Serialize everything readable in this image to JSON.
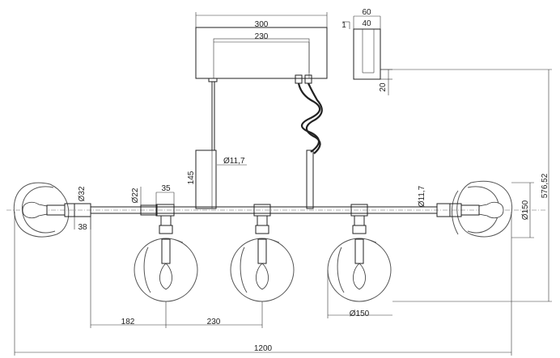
{
  "dimensions": {
    "canopy_outer": "300",
    "canopy_inner": "230",
    "canopy_depth_outer": "60",
    "canopy_depth_inner": "40",
    "canopy_height": "20",
    "rod_diameter": "Ø11,7",
    "rod_diameter_right": "Ø11,7",
    "rod_height": "145",
    "holder_diameter_left": "Ø32",
    "holder_length_left": "38",
    "bar_diameter": "Ø22",
    "mount_width": "35",
    "shade_diameter_side": "Ø150",
    "shade_diameter_bottom": "Ø150",
    "total_height": "576,52",
    "offset_left": "182",
    "shade_spacing": "230",
    "total_length": "1200",
    "small_mark": "1"
  }
}
